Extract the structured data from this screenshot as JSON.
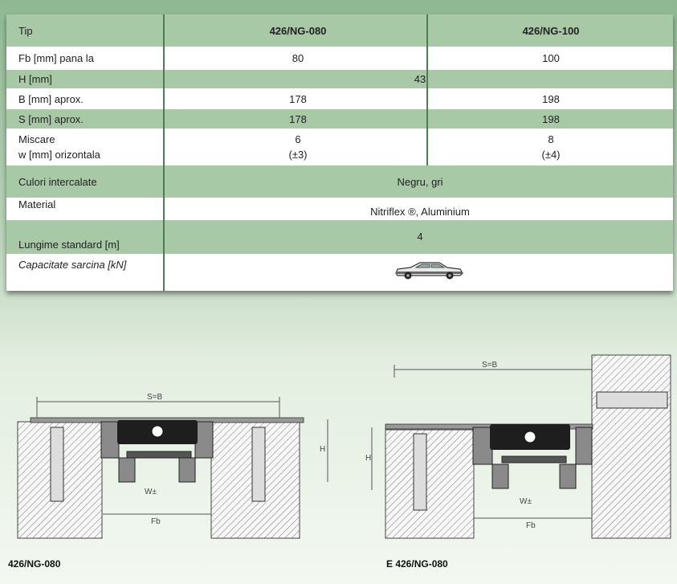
{
  "table": {
    "header": {
      "label": "Tip",
      "col1": "426/NG-080",
      "col2": "426/NG-100"
    },
    "rows": {
      "fb": {
        "label": "Fb [mm] pana la",
        "col1": "80",
        "col2": "100"
      },
      "h": {
        "label": "H [mm]",
        "span": "43"
      },
      "b": {
        "label": "B [mm] aprox.",
        "col1": "178",
        "col2": "198"
      },
      "s": {
        "label": "S [mm] aprox.",
        "col1": "178",
        "col2": "198"
      },
      "move": {
        "label_line1": "Miscare",
        "label_line2": "w [mm] orizontala",
        "col1_line1": "6",
        "col1_line2": "(±3)",
        "col2_line1": "8",
        "col2_line2": "(±4)"
      },
      "colors": {
        "label": "Culori intercalate",
        "span": "Negru, gri"
      },
      "material": {
        "label": "Material",
        "span": "Nitriflex ®, Aluminium"
      },
      "length": {
        "label": "Lungime standard [m]",
        "span": "4"
      },
      "load": {
        "label": "Capacitate sarcina  [kN]",
        "icon": "car-icon"
      }
    }
  },
  "drawings": {
    "left": {
      "caption": "426/NG-080",
      "dim_s": "S=B",
      "dim_h": "H",
      "dim_w": "W±",
      "dim_fb": "Fb"
    },
    "right": {
      "caption": "E 426/NG-080",
      "dim_s": "S=B",
      "dim_h": "H",
      "dim_w": "W±",
      "dim_fb": "Fb"
    }
  },
  "colors": {
    "row_green": "#a7c9a6",
    "divider": "#4c7f50",
    "background_top": "#8fb892"
  }
}
